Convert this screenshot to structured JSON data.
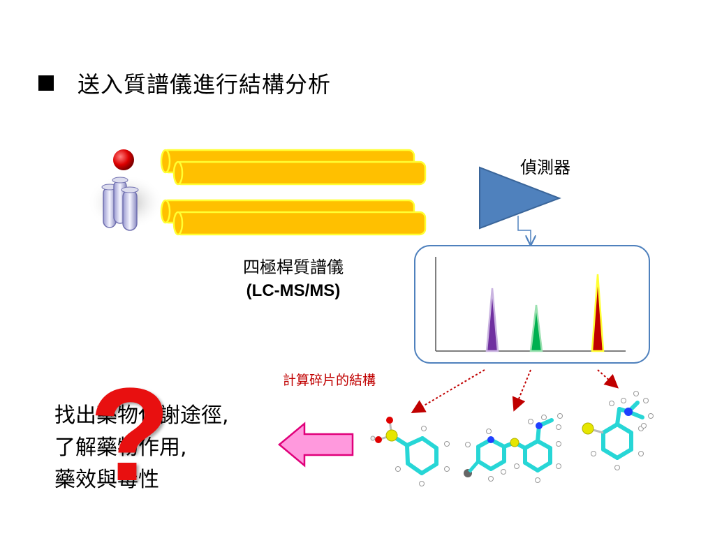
{
  "slide": {
    "title": "送入質譜儀進行結構分析",
    "instrument_label_line1": "四極桿質譜儀",
    "instrument_label_line2": "(LC-MS/MS)",
    "detector_label": "偵測器",
    "fragment_label": "計算碎片的結構",
    "goal_lines": [
      "找出藥物代謝途徑,",
      "了解藥物作用,",
      "藥效與毒性"
    ],
    "question_mark": "?"
  },
  "colors": {
    "quadrupole_rod": "#ffc000",
    "quadrupole_outline": "#ffff33",
    "detector": "#4f81bd",
    "chromatogram_border": "#4f81bd",
    "peak_purple": "#7030a0",
    "peak_green": "#00b050",
    "peak_red": "#c00000",
    "fragment_arrow": "#c00000",
    "result_arrow_fill": "#ff99dd",
    "question_mark": "#e81010",
    "atom_carbon": "#27d6d6",
    "atom_hydrogen": "#ffffff",
    "atom_nitrogen": "#1f3fff",
    "atom_sulfur": "#e6e600",
    "atom_oxygen": "#e00000"
  },
  "icons": [
    "sample-vials-icon",
    "detector-triangle-icon",
    "question-mark-icon"
  ]
}
